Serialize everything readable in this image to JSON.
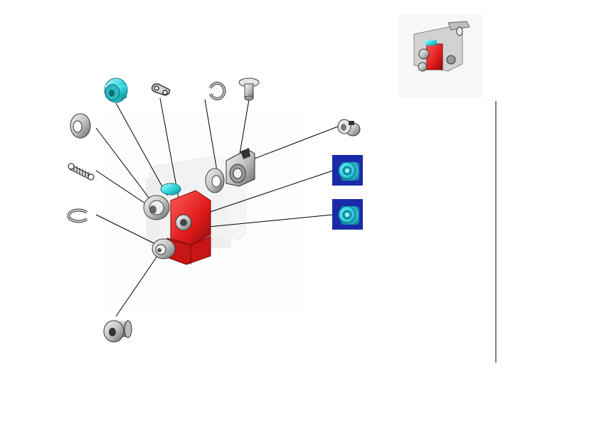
{
  "title": "",
  "colors": {
    "background": "#ffffff",
    "part_gray": "#bdbdbd",
    "part_dark": "#5a5a5a",
    "highlight_red": "#e01a1a",
    "highlight_cyan": "#35d8e0",
    "thumbnail_blue": "#1b2aa8",
    "leader_line": "#000000"
  },
  "parts": [
    {
      "id": "bushing-cyan",
      "icon": "cyan-bushing-icon"
    },
    {
      "id": "spring-clip",
      "icon": "spring-clip-icon"
    },
    {
      "id": "e-ring-top",
      "icon": "e-ring-icon"
    },
    {
      "id": "pin",
      "icon": "pin-icon"
    },
    {
      "id": "washer-left",
      "icon": "washer-icon"
    },
    {
      "id": "coil-spring",
      "icon": "coil-spring-icon"
    },
    {
      "id": "e-ring-left",
      "icon": "e-ring-icon"
    },
    {
      "id": "collar-bottom",
      "icon": "collar-icon"
    },
    {
      "id": "bearing-block",
      "icon": "bearing-block-icon"
    },
    {
      "id": "sleeve",
      "icon": "sleeve-icon"
    },
    {
      "id": "bearing-thumb-1",
      "icon": "bearing-thumbnail-icon"
    },
    {
      "id": "bearing-thumb-2",
      "icon": "bearing-thumbnail-icon"
    }
  ]
}
